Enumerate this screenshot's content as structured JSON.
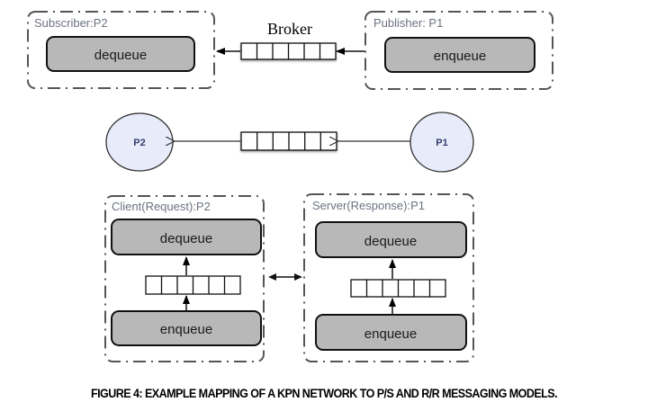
{
  "figure": {
    "caption": "FIGURE 4: EXAMPLE MAPPING OF A KPN NETWORK TO P/S AND R/R MESSAGING MODELS."
  },
  "pubsub": {
    "subscriber": {
      "title": "Subscriber:P2",
      "process": "dequeue"
    },
    "broker": {
      "label": "Broker",
      "queue_slots": 6
    },
    "publisher": {
      "title": "Publisher: P1",
      "process": "enqueue"
    }
  },
  "kpn": {
    "consumer_node": "P2",
    "producer_node": "P1",
    "queue_slots": 6
  },
  "reqresp": {
    "client": {
      "title": "Client(Request):P2",
      "top_process": "dequeue",
      "bottom_process": "enqueue",
      "queue_slots": 6
    },
    "server": {
      "title": "Server(Response):P1",
      "top_process": "dequeue",
      "bottom_process": "enqueue",
      "queue_slots": 6
    }
  },
  "colors": {
    "process_fill": "#b8b8b8",
    "node_fill": "#e8ecfa",
    "group_border": "#555555"
  }
}
